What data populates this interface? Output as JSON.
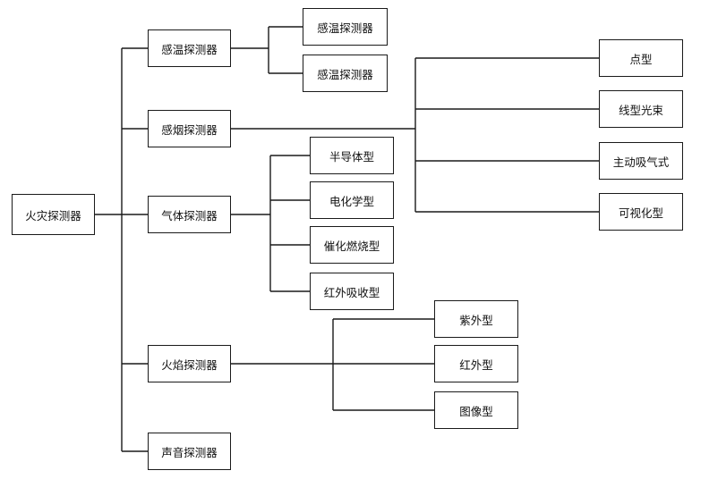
{
  "diagram": {
    "root": "火灾探测器",
    "level1": {
      "heat": "感温探测器",
      "smoke": "感烟探测器",
      "gas": "气体探测器",
      "flame": "火焰探测器",
      "sound": "声音探测器"
    },
    "heat_children": [
      "感温探测器",
      "感温探测器"
    ],
    "smoke_children": [
      "点型",
      "线型光束",
      "主动吸气式",
      "可视化型"
    ],
    "gas_children": [
      "半导体型",
      "电化学型",
      "催化燃烧型",
      "红外吸收型"
    ],
    "flame_children": [
      "紫外型",
      "红外型",
      "图像型"
    ]
  }
}
